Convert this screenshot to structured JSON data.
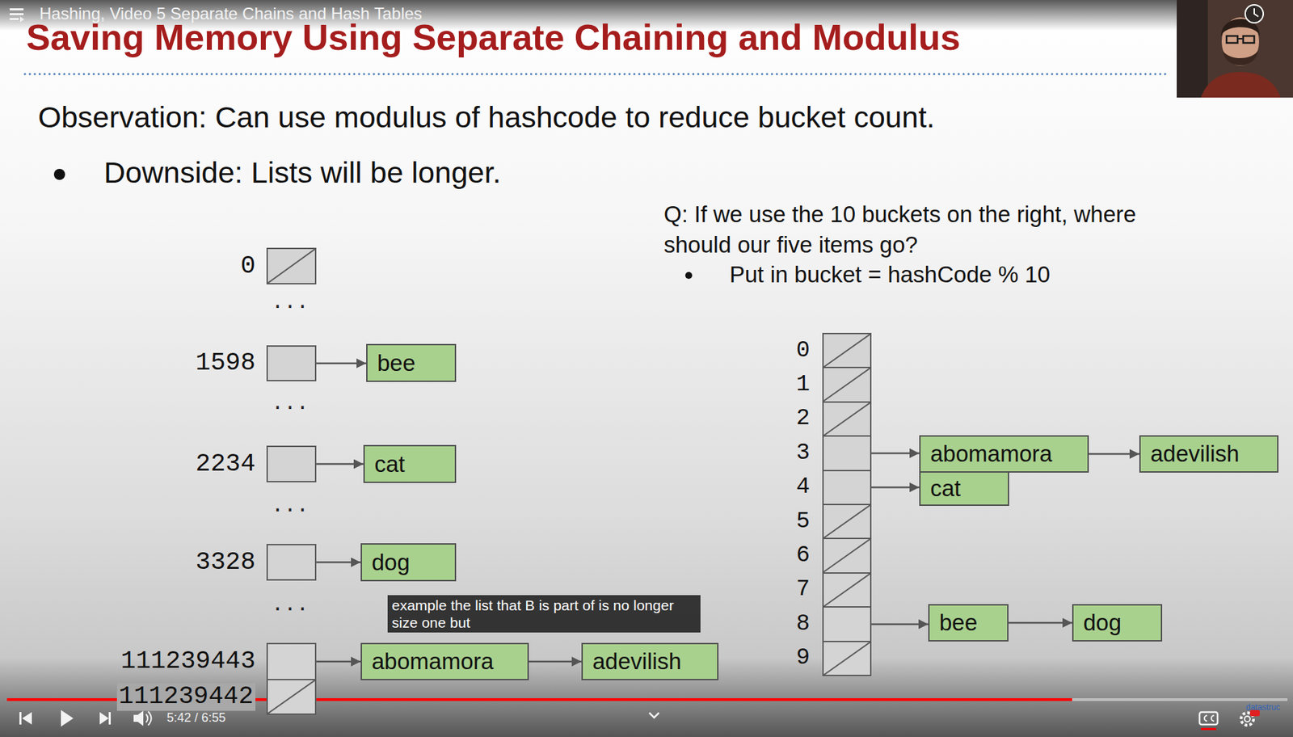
{
  "diagram": {
    "title": "Saving Memory Using Separate Chaining and Modulus",
    "nodes": [
      {
        "text": [
          "0"
        ]
      },
      {
        "text": [
          "1598"
        ]
      },
      {
        "text": [
          "bee"
        ]
      },
      {
        "text": [
          "2234"
        ]
      },
      {
        "text": [
          "cat"
        ]
      },
      {
        "text": [
          "3328"
        ]
      },
      {
        "text": [
          "dog"
        ]
      },
      {
        "text": [
          "111239443"
        ]
      },
      {
        "text": [
          "abomamora"
        ]
      },
      {
        "text": [
          "adevilish"
        ]
      },
      {
        "text": [
          "111239442"
        ]
      },
      {
        "text": [
          "0"
        ]
      },
      {
        "text": [
          "1"
        ]
      },
      {
        "text": [
          "2"
        ]
      },
      {
        "text": [
          "3"
        ]
      },
      {
        "text": [
          "4"
        ]
      },
      {
        "text": [
          "5"
        ]
      },
      {
        "text": [
          "6"
        ]
      },
      {
        "text": [
          "7"
        ]
      },
      {
        "text": [
          "8"
        ]
      },
      {
        "text": [
          "9"
        ]
      },
      {
        "text": [
          "abomamora"
        ]
      },
      {
        "text": [
          "adevilish"
        ]
      },
      {
        "text": [
          "cat"
        ]
      },
      {
        "text": [
          "bee"
        ]
      },
      {
        "text": [
          "dog"
        ]
      }
    ],
    "edges": [
      {
        "from": 1,
        "to": 2,
        "arrow": "to"
      },
      {
        "from": 3,
        "to": 4,
        "arrow": "to"
      },
      {
        "from": 5,
        "to": 6,
        "arrow": "to"
      },
      {
        "from": 7,
        "to": 8,
        "arrow": "to"
      },
      {
        "from": 8,
        "to": 9,
        "arrow": "to"
      },
      {
        "from": 14,
        "to": 21,
        "arrow": "to"
      },
      {
        "from": 21,
        "to": 22,
        "arrow": "to"
      },
      {
        "from": 15,
        "to": 23,
        "arrow": "to"
      },
      {
        "from": 19,
        "to": 24,
        "arrow": "to"
      },
      {
        "from": 24,
        "to": 25,
        "arrow": "to"
      }
    ],
    "labels": [
      "Hashing, Video 5 Separate Chains and Hash Tables",
      "Observation: Can use modulus of hashcode to reduce bucket count.",
      "Downside: Lists will be longer.",
      "...",
      "...",
      "...",
      "...",
      "Q: If we use the 10 buckets on the right, where should our five items go?",
      "Put in bucket = hashCode % 10",
      "example the list that B is part of is no longer size one but",
      "5:42 / 6:55",
      "datastruc"
    ]
  }
}
